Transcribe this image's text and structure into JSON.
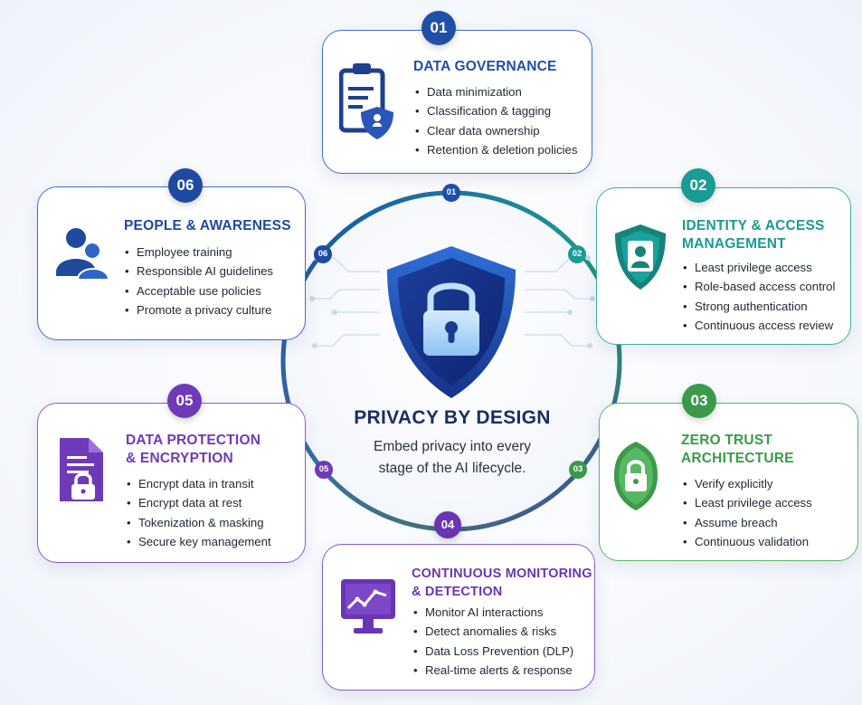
{
  "center": {
    "title": "PRIVACY BY DESIGN",
    "subtitle_line1": "Embed privacy into every",
    "subtitle_line2": "stage of the AI lifecycle."
  },
  "colors": {
    "governance": "#1f4fa8",
    "identity": "#1a9b93",
    "zero_trust": "#3a9a4a",
    "monitoring": "#6a35b3",
    "protection": "#6e3ab8",
    "people": "#1e4aa0"
  },
  "cards": {
    "governance": {
      "badge": "01",
      "node": "01",
      "icon": "clipboard-shield-icon",
      "title_line1": "DATA GOVERNANCE",
      "items": [
        "Data minimization",
        "Classification & tagging",
        "Clear data ownership",
        "Retention & deletion policies"
      ]
    },
    "identity": {
      "badge": "02",
      "node": "02",
      "icon": "user-shield-icon",
      "title_line1": "IDENTITY & ACCESS",
      "title_line2": "MANAGEMENT",
      "items": [
        "Least privilege access",
        "Role-based access control",
        "Strong authentication",
        "Continuous access review"
      ]
    },
    "zero_trust": {
      "badge": "03",
      "node": "03",
      "icon": "lock-shield-icon",
      "title_line1": "ZERO TRUST",
      "title_line2": "ARCHITECTURE",
      "items": [
        "Verify explicitly",
        "Least privilege access",
        "Assume breach",
        "Continuous validation"
      ]
    },
    "monitoring": {
      "badge": "04",
      "node": "04",
      "icon": "monitor-chart-icon",
      "title_line1": "CONTINUOUS MONITORING",
      "title_line2": "& DETECTION",
      "items": [
        "Monitor AI interactions",
        "Detect anomalies & risks",
        "Data Loss Prevention (DLP)",
        "Real-time alerts & response"
      ]
    },
    "protection": {
      "badge": "05",
      "node": "05",
      "icon": "document-lock-icon",
      "title_line1": "DATA PROTECTION",
      "title_line2": "& ENCRYPTION",
      "items": [
        "Encrypt data in transit",
        "Encrypt data at rest",
        "Tokenization & masking",
        "Secure key management"
      ]
    },
    "people": {
      "badge": "06",
      "node": "06",
      "icon": "people-icon",
      "title_line1": "PEOPLE & AWARENESS",
      "items": [
        "Employee training",
        "Responsible AI guidelines",
        "Acceptable use policies",
        "Promote a privacy culture"
      ]
    }
  }
}
